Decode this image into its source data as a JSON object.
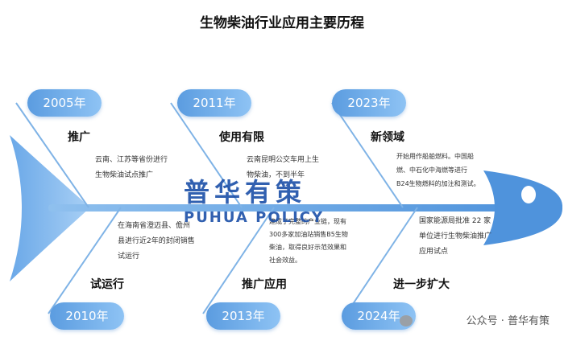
{
  "title": "生物柴油行业应用主要历程",
  "top_events": [
    {
      "year": "2005年",
      "heading": "推广",
      "desc": [
        "云南、江苏等省份进行",
        "生物柴油试点推广"
      ]
    },
    {
      "year": "2011年",
      "heading": "使用有限",
      "desc": [
        "云南昆明公交车用上生",
        "物柴油，不到半年"
      ]
    },
    {
      "year": "2023年",
      "heading": "新领域",
      "desc": [
        "开始用作船舶燃料。中国船",
        "燃、中石化中海燃等进行",
        "B24生物燃料的加注和测试。"
      ]
    }
  ],
  "bottom_events": [
    {
      "year": "2010年",
      "heading": "试运行",
      "desc": [
        "在海南省澄迈县、儋州",
        "县进行近2年的封闭销售",
        "试运行"
      ]
    },
    {
      "year": "2013年",
      "heading": "推广应用",
      "desc": [
        "建成了完整的产业链，现有",
        "300多家加油站销售B5生物",
        "柴油，取得良好示范效果和",
        "社会效益。"
      ]
    },
    {
      "year": "2024年",
      "heading": "进一步扩大",
      "desc": [
        "国家能源局批准 22 家",
        "单位进行生物柴油推广",
        "应用试点"
      ]
    }
  ],
  "watermark": {
    "cn": "普华有策",
    "en": "PUHUA POLICY"
  },
  "brand": "公众号 · 普华有策",
  "colors": {
    "bone": "#7fb3e6",
    "year_badge": "#6aa8e8",
    "head": "#5a9de0"
  }
}
